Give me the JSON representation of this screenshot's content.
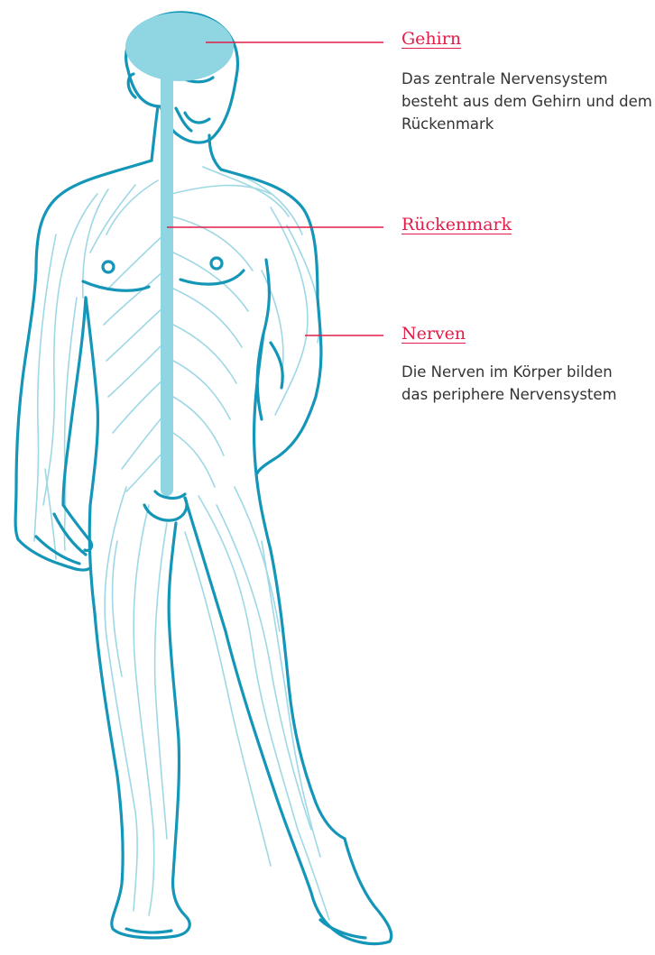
{
  "labels": {
    "gehirn": {
      "title": "Gehirn",
      "description": "Das zentrale Nervensystem besteht aus dem Gehirn und dem Rückenmark"
    },
    "rueckenmark": {
      "title": "Rückenmark"
    },
    "nerven": {
      "title": "Nerven",
      "description": "Die Nerven im Körper bilden das periphere Nervensystem"
    }
  },
  "colors": {
    "outline": "#1496b8",
    "nerves": "#9ed8e4",
    "central_nervous_system": "#8fd5e2",
    "accent": "#e11d48",
    "text": "#333333"
  }
}
